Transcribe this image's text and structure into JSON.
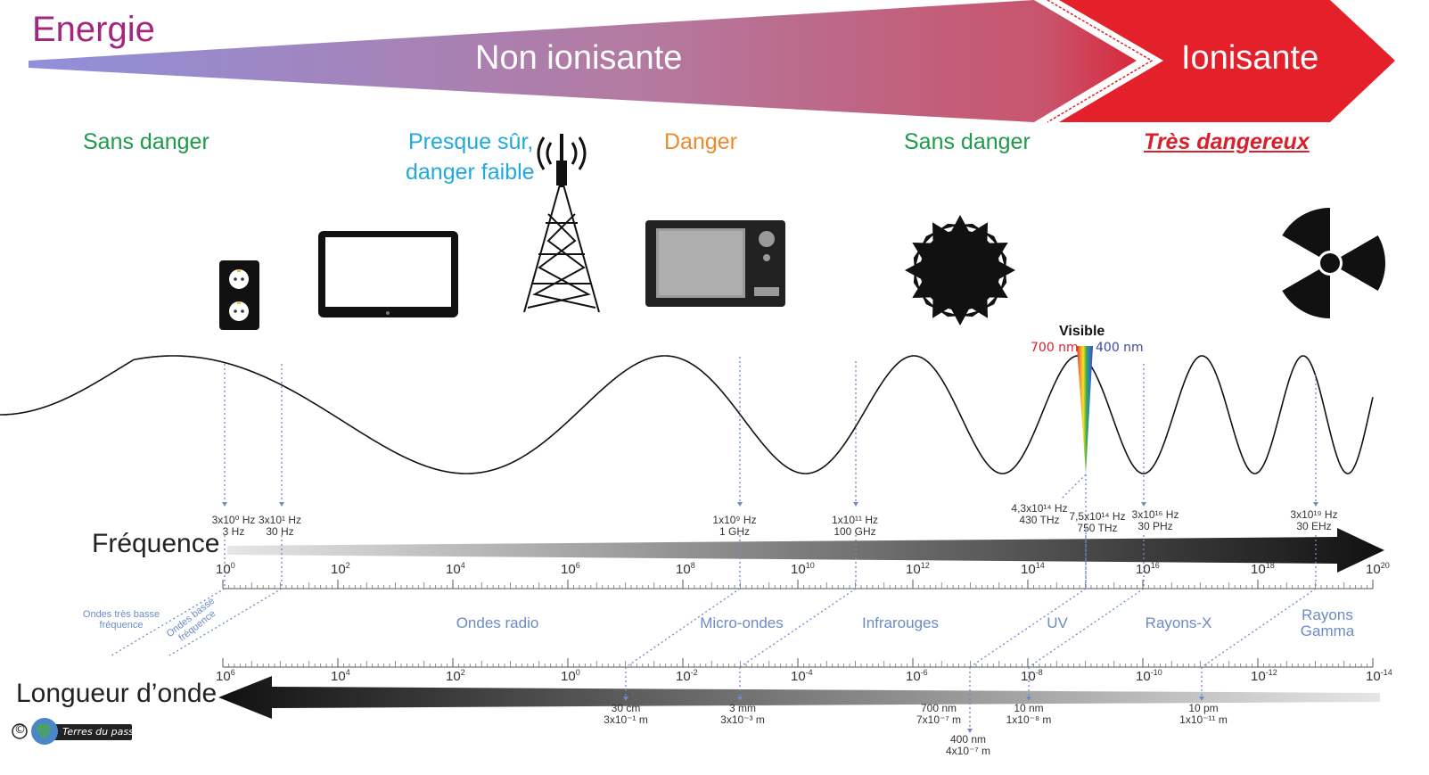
{
  "energy": {
    "title": "Energie",
    "non_ionizing": "Non ionisante",
    "ionizing": "Ionisante"
  },
  "danger_levels": [
    {
      "text": "Sans danger",
      "color": "#1d9a4a"
    },
    {
      "text": "Presque sûr,",
      "text2": "danger faible",
      "color": "#22a9dd"
    },
    {
      "text": "Danger",
      "color": "#ef8a2b"
    },
    {
      "text": "Sans danger",
      "color": "#1d9a4a"
    },
    {
      "text": "Très dangereux",
      "color": "#d8212d"
    }
  ],
  "icons": [
    "electrical-outlet-icon",
    "tablet-icon",
    "radio-tower-icon",
    "microwave-oven-icon",
    "sun-icon",
    "radiation-icon"
  ],
  "visible": {
    "title": "Visible",
    "red_end": "700 nm",
    "violet_end": "400 nm"
  },
  "frequency": {
    "title": "Fréquence",
    "ticks": [
      "10",
      "10",
      "10",
      "10",
      "10",
      "10",
      "10",
      "10",
      "10",
      "10",
      "10"
    ],
    "exponents": [
      "0",
      "2",
      "4",
      "6",
      "8",
      "10",
      "12",
      "14",
      "16",
      "18",
      "20"
    ],
    "markers": [
      {
        "line1": "3x10⁰ Hz",
        "line2": "3 Hz"
      },
      {
        "line1": "3x10¹ Hz",
        "line2": "30 Hz"
      },
      {
        "line1": "1x10⁹ Hz",
        "line2": "1 GHz"
      },
      {
        "line1": "1x10¹¹ Hz",
        "line2": "100 GHz"
      },
      {
        "line1": "4,3x10¹⁴ Hz",
        "line2": "430 THz"
      },
      {
        "line1": "7,5x10¹⁴ Hz",
        "line2": "750 THz"
      },
      {
        "line1": "3x10¹⁶ Hz",
        "line2": "30 PHz"
      },
      {
        "line1": "3x10¹⁹ Hz",
        "line2": "30 EHz"
      }
    ]
  },
  "regions": [
    {
      "line1": "Ondes radio",
      "line2": ""
    },
    {
      "line1": "Micro-ondes",
      "line2": ""
    },
    {
      "line1": "Infrarouges",
      "line2": ""
    },
    {
      "line1": "UV",
      "line2": ""
    },
    {
      "line1": "Rayons-X",
      "line2": ""
    },
    {
      "line1": "Rayons",
      "line2": "Gamma"
    }
  ],
  "low_freq": [
    {
      "line1": "Ondes très basse",
      "line2": "fréquence"
    },
    {
      "line1": "Ondes basse",
      "line2": "fréquence"
    }
  ],
  "wavelength": {
    "title": "Longueur d’onde",
    "ticks": [
      "10",
      "10",
      "10",
      "10",
      "10",
      "10",
      "10",
      "10",
      "10",
      "10",
      "10"
    ],
    "exponents": [
      "6",
      "4",
      "2",
      "0",
      "-2",
      "-4",
      "-6",
      "-8",
      "-10",
      "-12",
      "-14"
    ],
    "markers": [
      {
        "line1": "30 cm",
        "line2": "3x10⁻¹ m"
      },
      {
        "line1": "3 mm",
        "line2": "3x10⁻³ m"
      },
      {
        "line1": "700 nm",
        "line2": "7x10⁻⁷ m"
      },
      {
        "line1": "400 nm",
        "line2": "4x10⁻⁷ m"
      },
      {
        "line1": "10 nm",
        "line2": "1x10⁻⁸ m"
      },
      {
        "line1": "10 pm",
        "line2": "1x10⁻¹¹ m"
      }
    ]
  },
  "credit": {
    "symbol": "©",
    "text": "Terres du passé"
  },
  "colors": {
    "wedge_start": "#8d8dd8",
    "wedge_end": "#c24a6a",
    "ionizing": "#e4202b",
    "dotted": "#6c8ac7"
  }
}
